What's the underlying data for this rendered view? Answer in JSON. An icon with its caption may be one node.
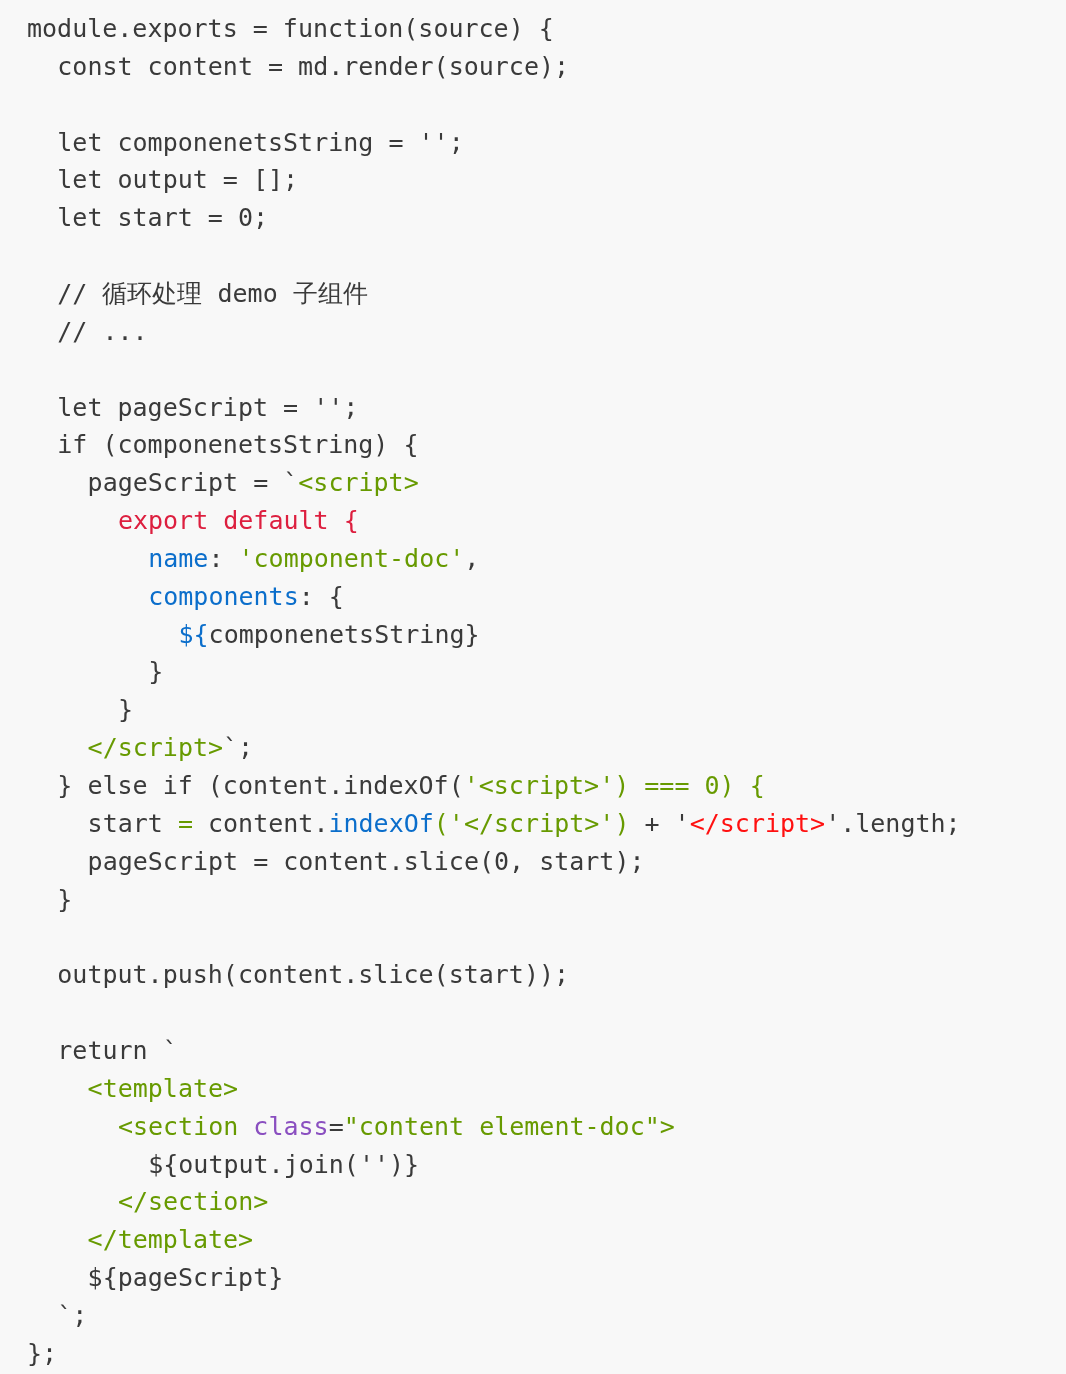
{
  "diagram": {
    "labels": [
      "module.exports = function(source) {",
      "const content = md.render(source);",
      "let componenetsString = '';",
      "let output = [];",
      "let start = 0;",
      "// 循环处理 demo 子组件",
      "// ...",
      "let pageScript = '';",
      "if (componenetsString) {",
      "pageScript = `",
      "<script>",
      "export default {",
      "name",
      ": ",
      "'component-doc'",
      ",",
      "components",
      ": {",
      "${",
      "componenetsString}",
      "}",
      "}",
      "</script>",
      "`;",
      "} else if (content.indexOf(",
      "'<script>') === 0) {",
      "start ",
      "=",
      " content.",
      "indexOf",
      "('</script>')",
      " + '",
      "</script>",
      "'.length;",
      "pageScript = content.slice(0, start);",
      "}",
      "output.push(content.slice(start));",
      "return `",
      "<template>",
      "<section",
      " class",
      "=",
      "\"content element-doc\">",
      "${output.join('')}",
      "</section>",
      "</template>",
      "${pageScript}",
      "`;",
      "};"
    ]
  }
}
